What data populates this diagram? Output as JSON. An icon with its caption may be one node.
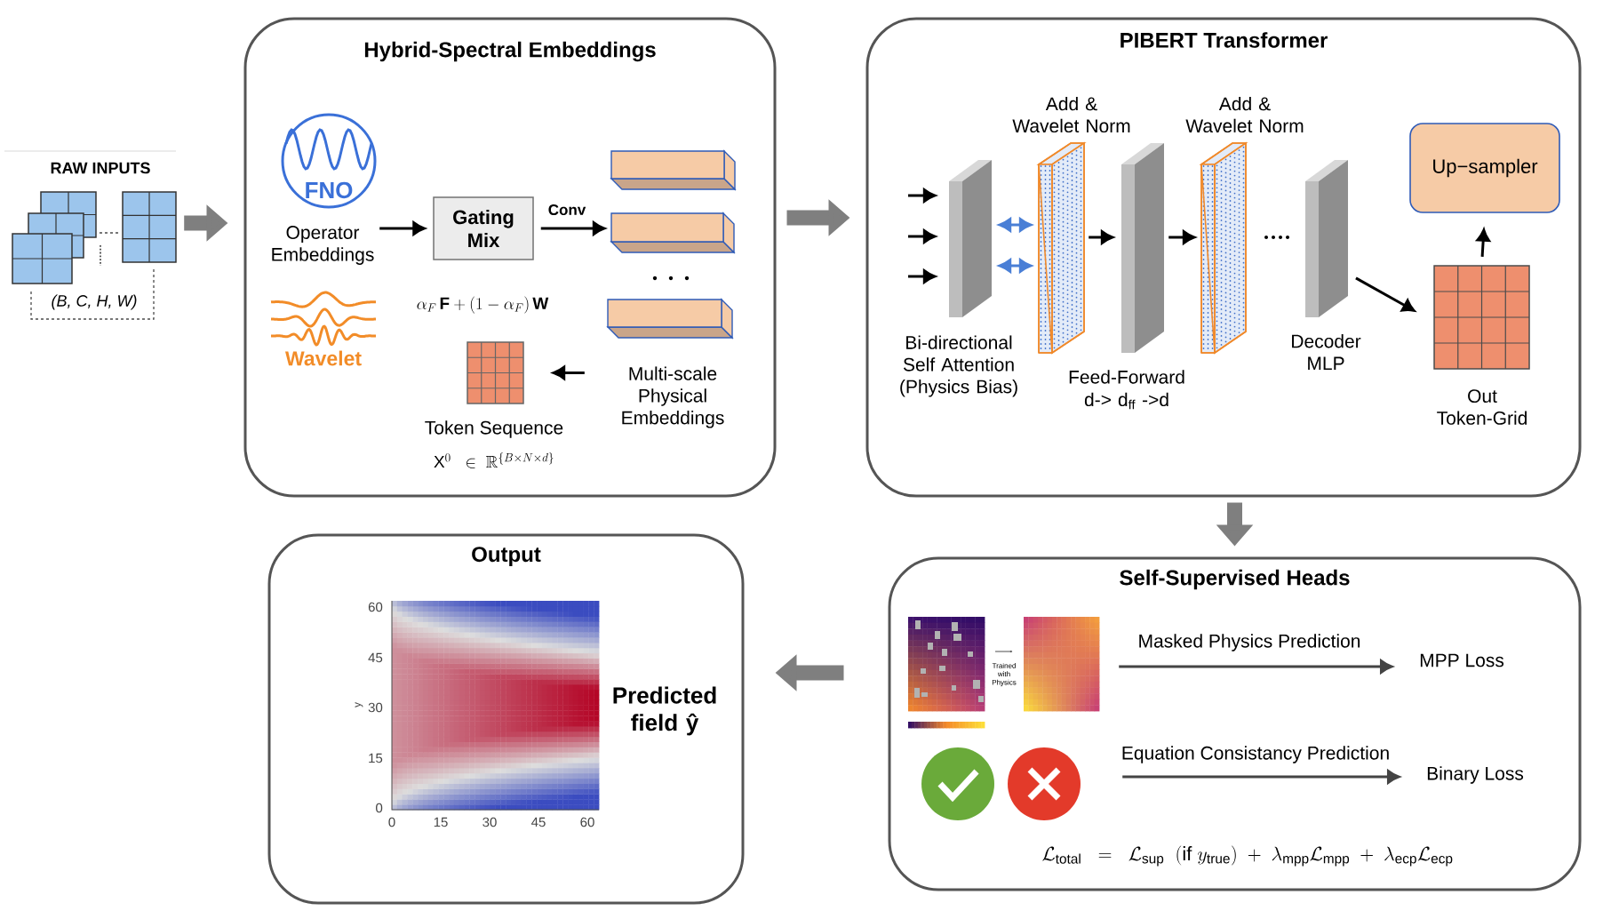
{
  "diagram": {
    "nodes": [
      {
        "text": [
          "RAW INPUTS",
          "(B, C, H, W)"
        ]
      },
      {
        "text": [
          "Hybrid-Spectral Embeddings"
        ]
      },
      {
        "text": [
          "FNO",
          "Operator Embeddings"
        ],
        "in": 1
      },
      {
        "text": [
          "Wavelet"
        ],
        "in": 1
      },
      {
        "text": [
          "Gating Mix"
        ],
        "in": 1
      },
      {
        "text": [
          "Multi-scale Physical Embeddings"
        ],
        "in": 1
      },
      {
        "text": [
          "Token Sequence"
        ],
        "in": 1
      },
      {
        "text": [
          "PIBERT Transformer"
        ]
      },
      {
        "text": [
          "Bi-directional Self Attention (Physics Bias)"
        ],
        "in": 7
      },
      {
        "text": [
          "Add & Wavelet Norm"
        ],
        "in": 7
      },
      {
        "text": [
          "Feed-Forward",
          "d-> d$_{ff}$ ->d"
        ],
        "in": 7
      },
      {
        "text": [
          "Add & Wavelet Norm"
        ],
        "in": 7
      },
      {
        "text": [
          "Decoder MLP"
        ],
        "in": 7
      },
      {
        "text": [
          "Up−sampler"
        ],
        "in": 7
      },
      {
        "text": [
          "Out Token-Grid"
        ],
        "in": 7
      },
      {
        "text": [
          "Self-Supervised Heads"
        ]
      },
      {
        "text": [],
        "shape": "picture",
        "in": 15
      },
      {
        "text": [
          "MPP Loss"
        ],
        "in": 15
      },
      {
        "text": [],
        "shape": "picture",
        "in": 15
      },
      {
        "text": [
          "Binary Loss"
        ],
        "in": 15
      },
      {
        "text": [
          "Output"
        ]
      },
      {
        "text": [
          "Predicted field ŷ"
        ],
        "in": 20
      }
    ],
    "edges": [
      {
        "from": 0,
        "to": 1,
        "arrow": "to",
        "style": "thick",
        "color": "#7f7f7f"
      },
      {
        "from": 2,
        "to": 4,
        "arrow": "to"
      },
      {
        "from": 4,
        "to": 5,
        "arrow": "to",
        "label": "Conv"
      },
      {
        "from": 5,
        "to": 6,
        "arrow": "to"
      },
      {
        "from": 1,
        "to": 7,
        "arrow": "to",
        "style": "thick",
        "color": "#7f7f7f"
      },
      {
        "from": null,
        "to": 8,
        "arrow": "to"
      },
      {
        "from": null,
        "to": 8,
        "arrow": "to"
      },
      {
        "from": null,
        "to": 8,
        "arrow": "to"
      },
      {
        "from": 8,
        "to": 9,
        "arrow": "both",
        "color": "#4a7fd6"
      },
      {
        "from": 8,
        "to": 9,
        "arrow": "both",
        "color": "#4a7fd6"
      },
      {
        "from": 9,
        "to": 10,
        "arrow": "to"
      },
      {
        "from": 10,
        "to": 11,
        "arrow": "to"
      },
      {
        "from": 12,
        "to": 14,
        "arrow": "to"
      },
      {
        "from": 14,
        "to": 13,
        "arrow": "to"
      },
      {
        "from": 7,
        "to": 15,
        "arrow": "to",
        "style": "thick",
        "color": "#7f7f7f"
      },
      {
        "from": 16,
        "to": 17,
        "arrow": "to",
        "label": "Masked Physics Prediction",
        "color": "#444444"
      },
      {
        "from": 18,
        "to": 19,
        "arrow": "to",
        "label": "Equation Consistancy Prediction",
        "color": "#444444"
      },
      {
        "from": 15,
        "to": 20,
        "arrow": "to",
        "style": "thick",
        "color": "#7f7f7f"
      }
    ],
    "labels": [
      "\\alpha_F\\,\\mathbf{F} + (1-\\alpha_F)\\,\\mathbf{W}",
      "\\mathrm{X}^{0} \\;\\;\\in\\; \\mathbb{R}^{\\{B\\times N\\times d\\}}",
      "Trained with Physics",
      "\\mathcal{L}_{\\mathrm{total}} \\;\\;=\\;\\; \\mathcal{L}_{\\mathrm{sup}} \\;\\; (\\mathrm{if}\\ y_{\\mathrm{true}}) \\;+\\; \\lambda_{\\mathrm{mpp}}\\mathcal{L}_{\\mathrm{mpp}} \\;+\\; \\lambda_{\\mathrm{ecp}}\\mathcal{L}_{\\mathrm{ecp}}",
      "60",
      "45",
      "30",
      "15",
      "0",
      "0",
      "15",
      "30",
      "45",
      "60",
      "y"
    ]
  }
}
